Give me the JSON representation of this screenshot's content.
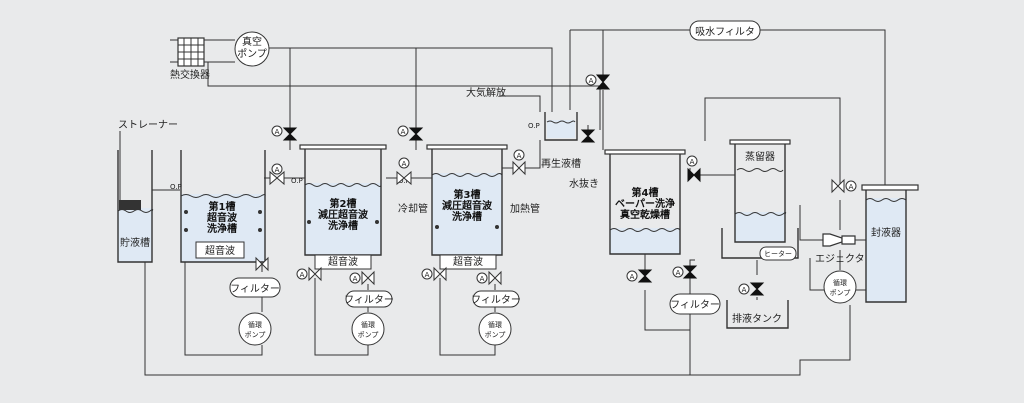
{
  "labels": {
    "heat_exchanger": "熱交換器",
    "vacuum_pump_l1": "真空",
    "vacuum_pump_l2": "ポンプ",
    "water_filter": "吸水フィルタ",
    "strainer": "ストレーナー",
    "storage_tank": "貯液槽",
    "tank1_l1": "第1槽",
    "tank1_l2": "超音波",
    "tank1_l3": "洗浄槽",
    "ultrasonic": "超音波",
    "tank2_l1": "第2槽",
    "tank2_l2": "減圧超音波",
    "tank2_l3": "洗浄槽",
    "tank3_l1": "第3槽",
    "tank3_l2": "減圧超音波",
    "tank3_l3": "洗浄槽",
    "cooling_pipe": "冷却管",
    "heating_pipe": "加熱管",
    "atmosphere_release": "大気解放",
    "regen_tank": "再生液槽",
    "drain": "水抜き",
    "tank4_l1": "第4槽",
    "tank4_l2": "ベーパー洗浄",
    "tank4_l3": "真空乾燥槽",
    "distiller": "蒸留器",
    "heater": "ヒーター",
    "drain_tank": "排液タンク",
    "ejector": "エジェクタ",
    "sealing_tank": "封液器",
    "filter": "フィルター",
    "circ_pump_l1": "循環",
    "circ_pump_l2": "ポンプ",
    "op": "O.P",
    "gauge": "A"
  },
  "colors": {
    "liquid": "#dfe9f4",
    "background": "#e9eaeb",
    "line": "#333333"
  }
}
